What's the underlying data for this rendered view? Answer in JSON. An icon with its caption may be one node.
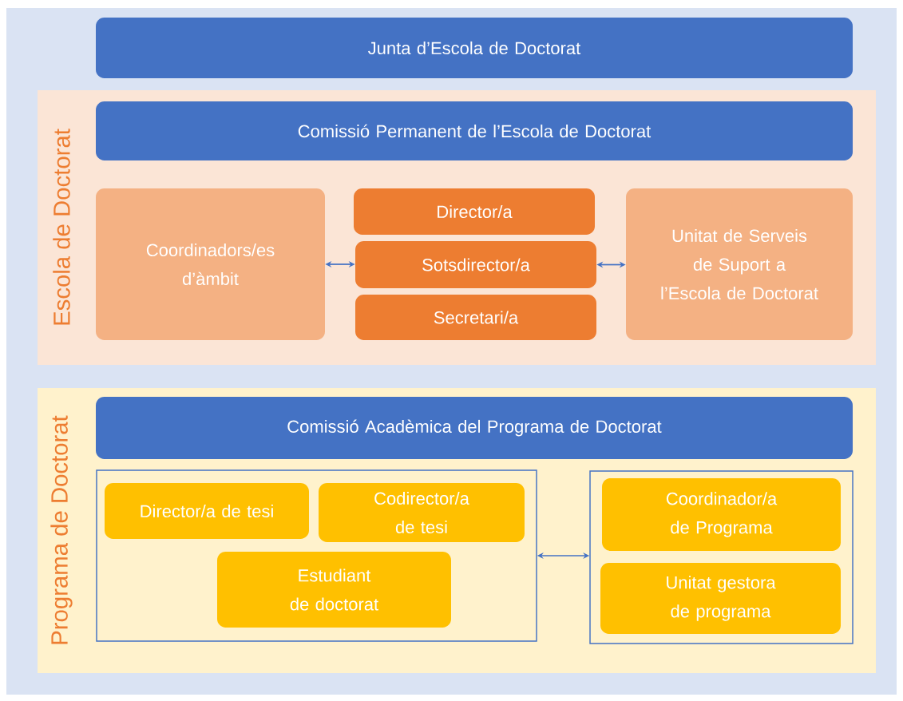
{
  "diagram": {
    "nodes": [
      {
        "text": [
          "Junta d’Escola de Doctorat"
        ]
      },
      {
        "text": [
          "Escola de Doctorat"
        ]
      },
      {
        "text": [
          "Comissió Permanent de l’Escola de Doctorat"
        ],
        "in": 1
      },
      {
        "text": [
          "Coordinadors/es d’àmbit"
        ],
        "in": 1
      },
      {
        "text": [
          "Director/a"
        ],
        "in": 1
      },
      {
        "text": [
          "Sotsdirector/a"
        ],
        "in": 1
      },
      {
        "text": [
          "Secretari/a"
        ],
        "in": 1
      },
      {
        "text": [
          "Unitat de Serveis de Suport a l’Escola de Doctorat"
        ],
        "in": 1
      },
      {
        "text": [
          "Programa de Doctorat"
        ]
      },
      {
        "text": [
          "Comissió Acadèmica del Programa de Doctorat"
        ],
        "in": 8
      },
      {
        "text": [],
        "shape": "box",
        "in": 8
      },
      {
        "text": [
          "Director/a de tesi"
        ],
        "in": 10
      },
      {
        "text": [
          "Codirector/a de tesi"
        ],
        "in": 10
      },
      {
        "text": [
          "Estudiant de doctorat"
        ],
        "in": 10
      },
      {
        "text": [],
        "shape": "box",
        "in": 8
      },
      {
        "text": [
          "Coordinador/a de Programa"
        ],
        "in": 14
      },
      {
        "text": [
          "Unitat gestora de programa"
        ],
        "in": 14
      }
    ],
    "edges": [
      {
        "from": 3,
        "to": 5,
        "arrow": "both"
      },
      {
        "from": 5,
        "to": 7,
        "arrow": "both"
      },
      {
        "from": 10,
        "to": 14,
        "arrow": "both"
      }
    ]
  }
}
